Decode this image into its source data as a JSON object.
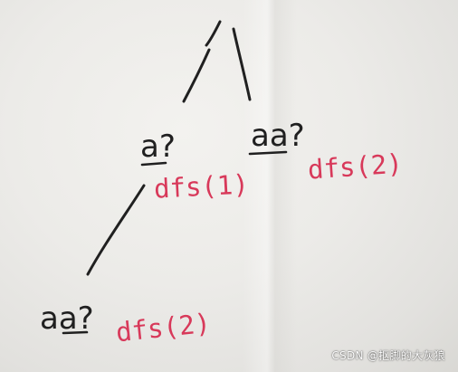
{
  "notes": {
    "root_left_label": "a?",
    "root_left_call": "dfs(1)",
    "root_right_label": "aa?",
    "root_right_call": "dfs(2)",
    "child_label": "aa?",
    "child_call": "dfs(2)"
  },
  "colors": {
    "pencil": "#202020",
    "red_ink": "#d8395a",
    "paper": "#ecebe8"
  },
  "watermark": "CSDN @抠脚的大灰狼"
}
